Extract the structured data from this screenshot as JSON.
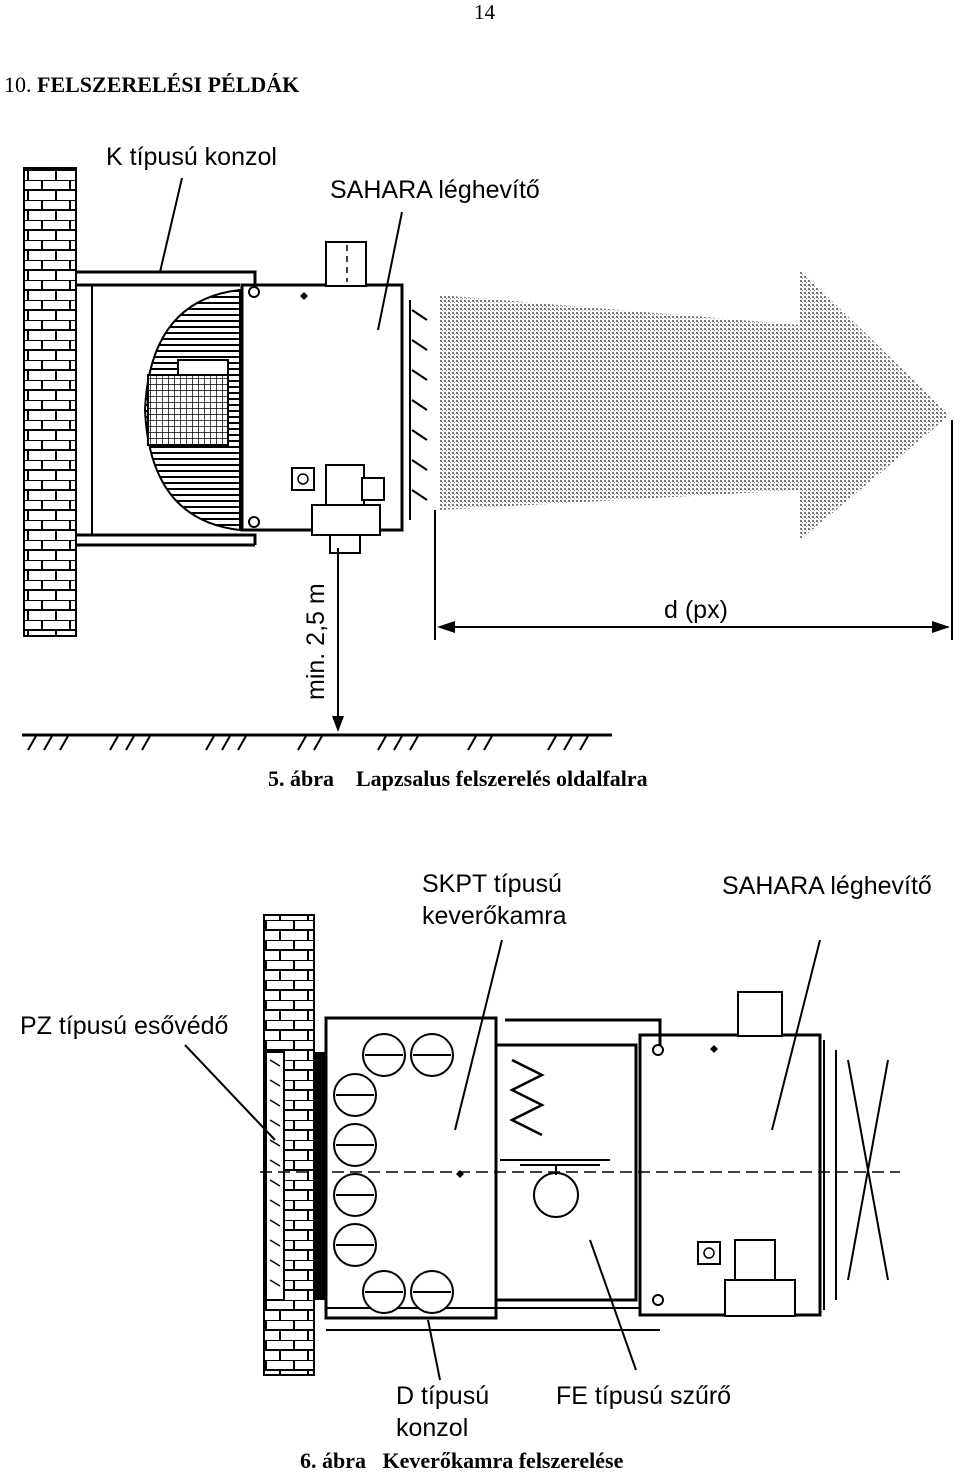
{
  "page": {
    "number": "14"
  },
  "section": {
    "number": "10.",
    "title": "FELSZERELÉSI PÉLDÁK"
  },
  "figure5": {
    "caption_number": "5. ábra",
    "caption_title": "Lapzsalus felszerelés oldalfalra",
    "labels": {
      "bracket": "K típusú konzol",
      "heater": "SAHARA léghevítő",
      "min_height": "min. 2,5 m",
      "distance": "d (px)"
    }
  },
  "figure6": {
    "caption_number": "6. ábra",
    "caption_title": "Keverőkamra felszerelése",
    "labels": {
      "mixing_chamber_1": "SKPT típusú",
      "mixing_chamber_2": "keverőkamra",
      "heater": "SAHARA léghevítő",
      "rain_guard": "PZ típusú esővédő",
      "bracket_1": "D típusú",
      "bracket_2": "konzol",
      "filter": "FE típusú szűrő"
    }
  }
}
